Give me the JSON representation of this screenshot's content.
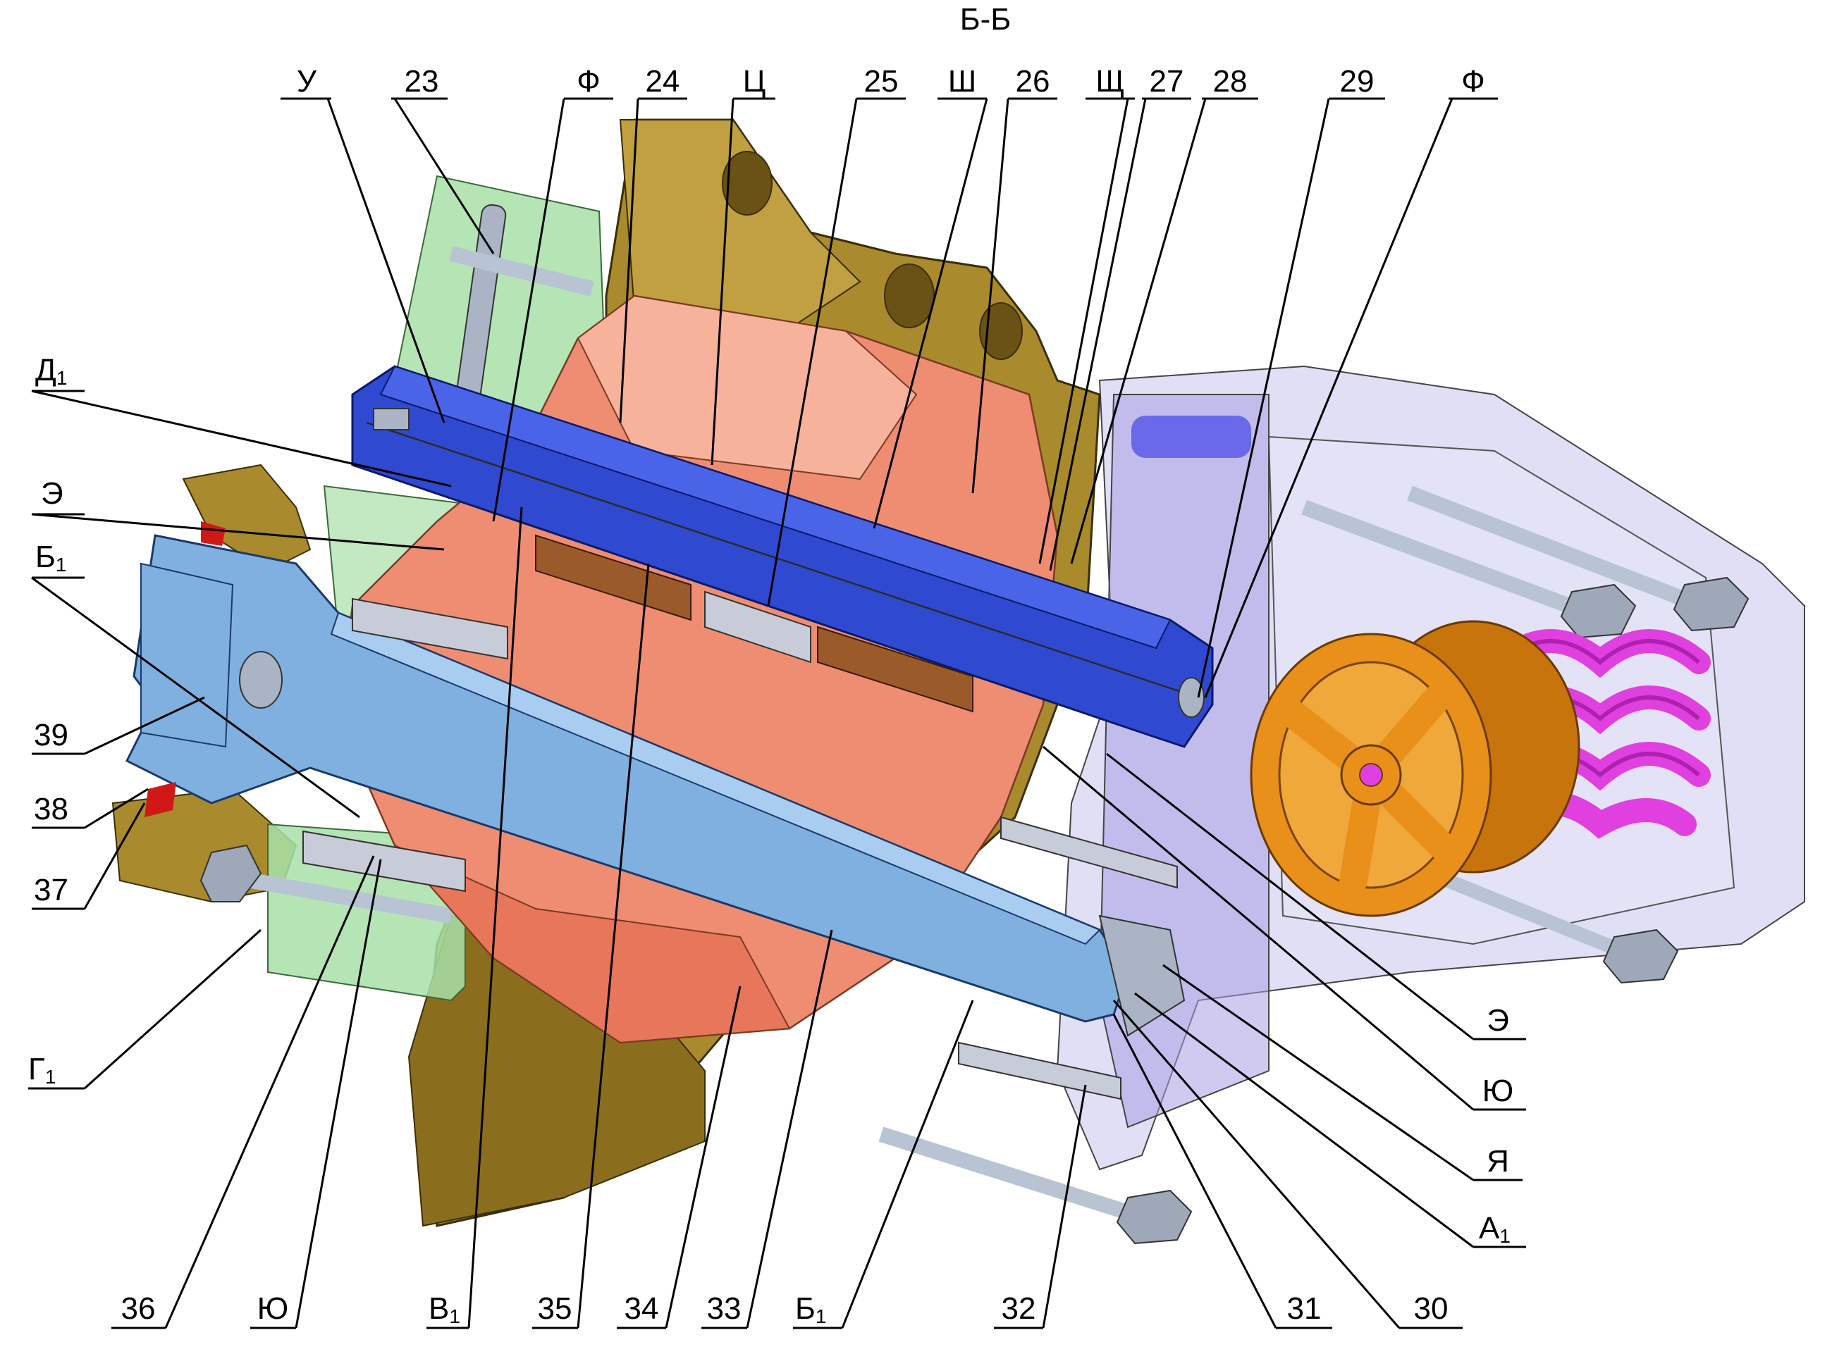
{
  "title": "Б-Б",
  "colors": {
    "housing": "#a98a2c",
    "bushing": "#ef8d72",
    "shaft_blue": "#2f4ad0",
    "shaft_light": "#7fb0e0",
    "cover_green": "#a8e0a8",
    "cover_violet": "#b8b0e8",
    "valve_orange": "#e8901a",
    "spring_magenta": "#e040e0",
    "seal_red": "#d01818",
    "bronze": "#9a5a2a"
  },
  "labels": {
    "top": [
      "У",
      "23",
      "Ф",
      "24",
      "Ц",
      "25",
      "Ш",
      "26",
      "Щ",
      "27",
      "28",
      "29",
      "Ф"
    ],
    "left": [
      "Д",
      "Э",
      "Б",
      "39",
      "38",
      "37",
      "Г"
    ],
    "right": [
      "Э",
      "Ю",
      "Я",
      "А",
      "30",
      "31"
    ],
    "bottom": [
      "36",
      "Ю",
      "В",
      "35",
      "34",
      "33",
      "Б",
      "32"
    ],
    "subscript": "1"
  }
}
